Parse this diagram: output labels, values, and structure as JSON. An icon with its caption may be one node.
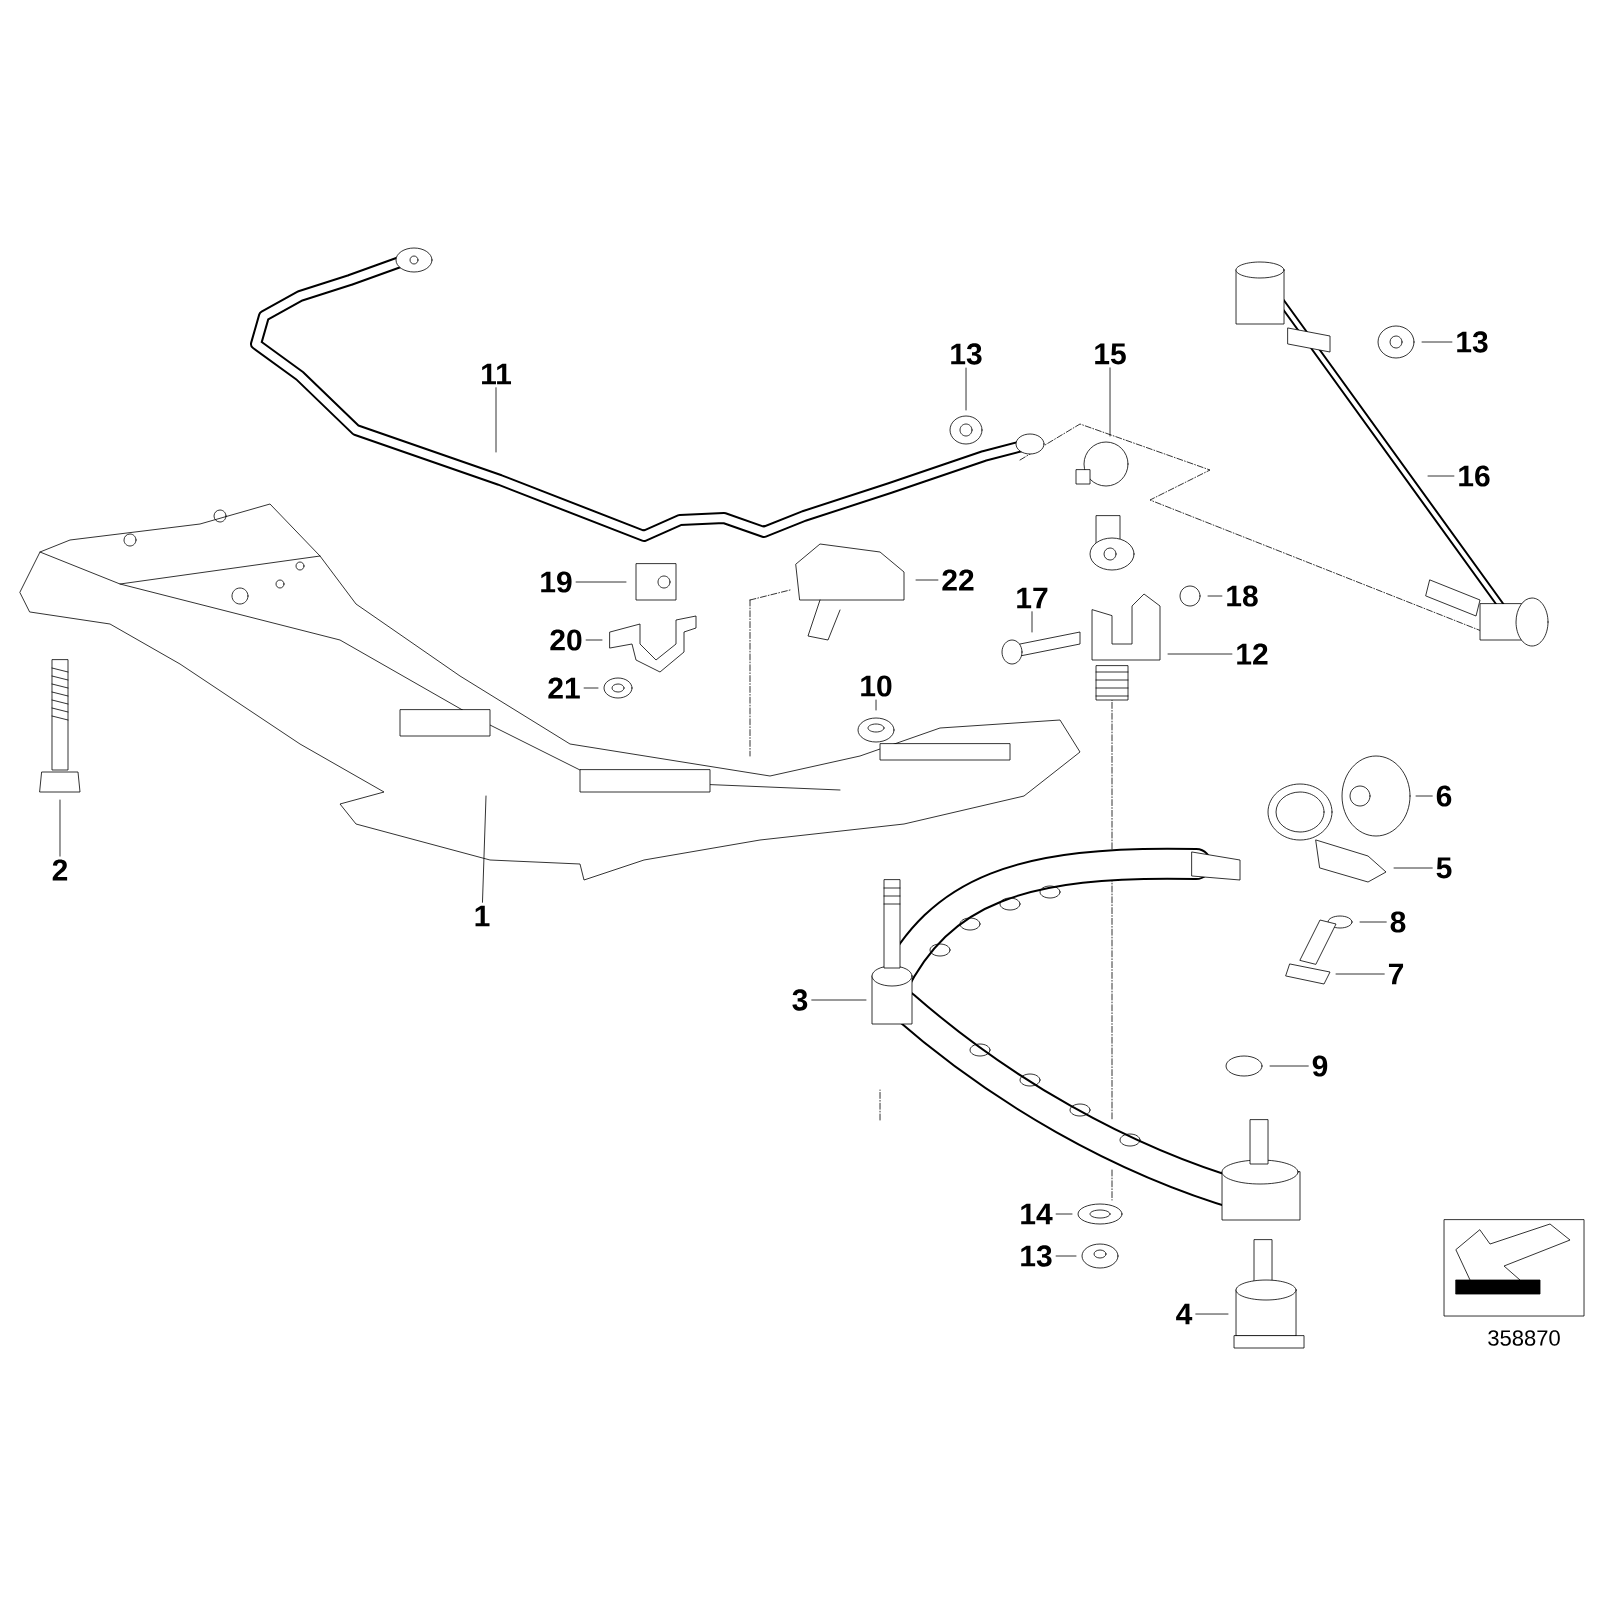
{
  "diagram": {
    "nodes": [
      {
        "text": [
          "11"
        ]
      },
      {
        "text": [
          "13"
        ]
      },
      {
        "text": [
          "15"
        ]
      },
      {
        "text": [
          "13"
        ]
      },
      {
        "text": [
          "16"
        ]
      },
      {
        "text": [
          "19"
        ]
      },
      {
        "text": [
          "22"
        ]
      },
      {
        "text": [
          "17"
        ]
      },
      {
        "text": [
          "18"
        ]
      },
      {
        "text": [
          "20"
        ]
      },
      {
        "text": [
          "12"
        ]
      },
      {
        "text": [
          "21"
        ]
      },
      {
        "text": [
          "10"
        ]
      },
      {
        "text": [
          "6"
        ]
      },
      {
        "text": [
          "2"
        ]
      },
      {
        "text": [
          "5"
        ]
      },
      {
        "text": [
          "1"
        ]
      },
      {
        "text": [
          "8"
        ]
      },
      {
        "text": [
          "7"
        ]
      },
      {
        "text": [
          "3"
        ]
      },
      {
        "text": [
          "9"
        ]
      },
      {
        "text": [
          "14"
        ]
      },
      {
        "text": [
          "13"
        ]
      },
      {
        "text": [
          "4"
        ]
      }
    ],
    "edges": [
      {
        "from": 0,
        "to": null,
        "arrow": "none"
      },
      {
        "from": 1,
        "to": null,
        "arrow": "none"
      },
      {
        "from": 2,
        "to": null,
        "arrow": "none"
      },
      {
        "from": 3,
        "to": null,
        "arrow": "none"
      },
      {
        "from": 4,
        "to": null,
        "arrow": "none"
      },
      {
        "from": 5,
        "to": null,
        "arrow": "none"
      },
      {
        "from": 6,
        "to": null,
        "arrow": "none"
      },
      {
        "from": 7,
        "to": null,
        "arrow": "none"
      },
      {
        "from": 8,
        "to": null,
        "arrow": "none"
      },
      {
        "from": 9,
        "to": null,
        "arrow": "none"
      },
      {
        "from": 10,
        "to": null,
        "arrow": "none"
      },
      {
        "from": 11,
        "to": null,
        "arrow": "none"
      },
      {
        "from": 12,
        "to": null,
        "arrow": "none"
      },
      {
        "from": 13,
        "to": null,
        "arrow": "none"
      },
      {
        "from": 14,
        "to": null,
        "arrow": "none"
      },
      {
        "from": 15,
        "to": null,
        "arrow": "none"
      },
      {
        "from": 16,
        "to": null,
        "arrow": "none"
      },
      {
        "from": 17,
        "to": null,
        "arrow": "none"
      },
      {
        "from": 18,
        "to": null,
        "arrow": "none"
      },
      {
        "from": 19,
        "to": null,
        "arrow": "none"
      },
      {
        "from": 20,
        "to": null,
        "arrow": "none"
      },
      {
        "from": 21,
        "to": null,
        "arrow": "none"
      },
      {
        "from": 22,
        "to": null,
        "arrow": "none"
      },
      {
        "from": 23,
        "to": null,
        "arrow": "none"
      }
    ],
    "labels": [
      "358870"
    ]
  }
}
